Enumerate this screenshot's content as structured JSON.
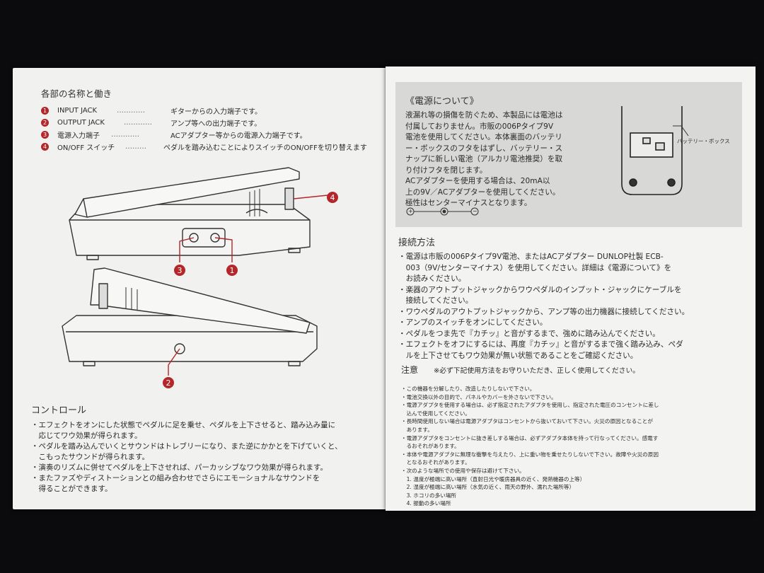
{
  "left": {
    "section_title": "各部の名称と働き",
    "parts": [
      {
        "num": "1",
        "name": "INPUT JACK",
        "dots": "…………",
        "desc": "ギターからの入力端子です。"
      },
      {
        "num": "2",
        "name": "OUTPUT JACK",
        "dots": "…………",
        "desc": "アンプ等への出力端子です。"
      },
      {
        "num": "3",
        "name": "電源入力端子",
        "dots": "…………",
        "desc": "ACアダプター等からの電源入力端子です。"
      },
      {
        "num": "4",
        "name": "ON/OFF スイッチ",
        "dots": "………",
        "desc": "ペダルを踏み込むことによりスイッチのON/OFFを切り替えます"
      }
    ],
    "callouts": {
      "c4": "4",
      "c3": "3",
      "c1": "1",
      "c2": "2"
    },
    "control_title": "コントロール",
    "control_lines": [
      "・エフェクトをオンにした状態でペダルに足を乗せ、ペダルを上下させると、踏み込み量に",
      "　応じてワウ効果が得られます。",
      "・ペダルを踏み込んでいくとサウンドはトレブリーになり、また逆にかかとを下げていくと、",
      "　こもったサウンドが得られます。",
      "・演奏のリズムに併せてペダルを上下させれば、パーカッシブなワウ効果が得られます。",
      "・またファズやディストーションとの組み合わせでさらにエモーショナルなサウンドを",
      "　得ることができます。"
    ]
  },
  "right": {
    "power_title": "《電源について》",
    "power_lines": [
      "液漏れ等の損傷を防ぐため、本製品には電池は",
      "付属しておりません。市販の006Pタイプ9V",
      "電池を使用してください。本体裏面のバッテリ",
      "ー・ボックスのフタをはずし、バッテリー・ス",
      "ナップに新しい電池（アルカリ電池推奨）を取",
      "り付けフタを閉じます。",
      "ACアダプターを使用する場合は、20mA以",
      "上の9V／ACアダプターを使用してください。",
      "極性はセンターマイナスとなります。"
    ],
    "battery_label": "バッテリー・ボックス",
    "polarity_plus": "+",
    "polarity_minus": "−",
    "connection_title": "接続方法",
    "connection_lines": [
      "・電源は市販の006Pタイプ9V電池、またはACアダプター DUNLOP社製 ECB-",
      "　003（9V/センターマイナス）を使用してください。詳細は《電源について》を",
      "　お読みください。",
      "・楽器のアウトプットジャックからワウペダルのインプット・ジャックにケーブルを",
      "　接続してください。",
      "・ワウペダルのアウトプットジャックから、アンプ等の出力機器に接続してください。",
      "・アンプのスイッチをオンにしてください。",
      "・ペダルをつま先で『カチッ』と音がするまで、強めに踏み込んでください。",
      "・エフェクトをオフにするには、再度『カチッ』と音がするまで強く踏み込み、ペダ",
      "　ルを上下させてもワウ効果が無い状態であることをご確認ください。"
    ],
    "caution_title": "注意",
    "caution_sub": "※必ず下記使用方法をお守りいただき、正しく使用してください。",
    "notes": [
      "・この機器を分解したり、改造したりしないで下さい。",
      "・電池交換以外の目的で、パネルやカバーを外さないで下さい。",
      "・電源アダプタを使用する場合は、必ず指定されたアダプタを使用し、指定された電圧のコンセントに差し",
      "　込んで使用してください。",
      "・長時間使用しない場合は電源アダプタはコンセントから抜いておいて下さい。火災の原因となることが",
      "　あります。",
      "・電源アダプタをコンセントに抜き差しする場合は、必ずアダプタ本体を持って行なってください。感電す",
      "　るおそれがあります。",
      "・本体や電源アダプタに無理な衝撃を与えたり、上に重い物を乗せたりしないで下さい。故障や火災の原因",
      "　となるおそれがあります。",
      "・次のような場所での使用や保存は避けて下さい。",
      "　1. 温度が極端に高い場所（直射日光や暖房器具の近く、発熱機器の上等）",
      "　2. 湿度が極端に高い場所（水気の近く、雨天の野外、濡れた場所等）",
      "　3. ホコリの多い場所",
      "　4. 振動の多い場所"
    ]
  },
  "colors": {
    "accent": "#b3262a",
    "page": "#f1f1ef",
    "gray_box": "#d8d8d6"
  }
}
